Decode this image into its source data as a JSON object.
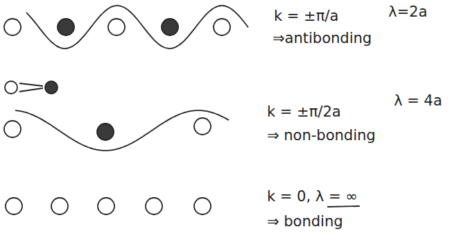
{
  "diagram": {
    "labels": [
      "k = ±π/a",
      "λ=2a",
      "⇒antibonding",
      "k = ±π/2a",
      "λ = 4a",
      "⇒ non-bonding",
      "k = 0, λ = ∞",
      "⇒ bonding"
    ]
  }
}
